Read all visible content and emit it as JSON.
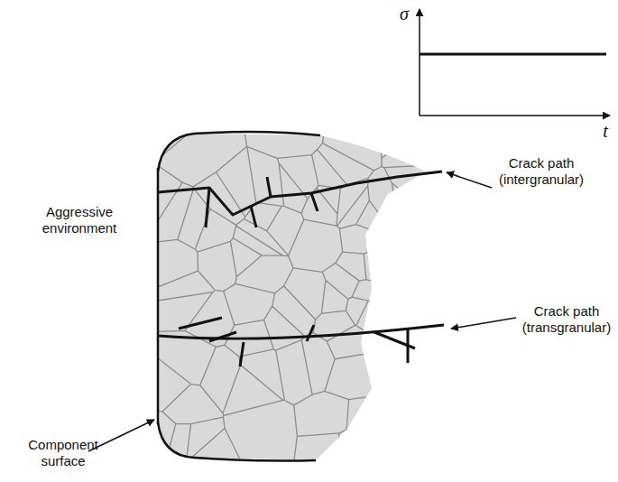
{
  "diagram": {
    "labels": [
      "σ",
      "t",
      "Crack path (intergranular)",
      "Crack path (transgranular)",
      "Aggressive environment",
      "Component surface"
    ]
  }
}
